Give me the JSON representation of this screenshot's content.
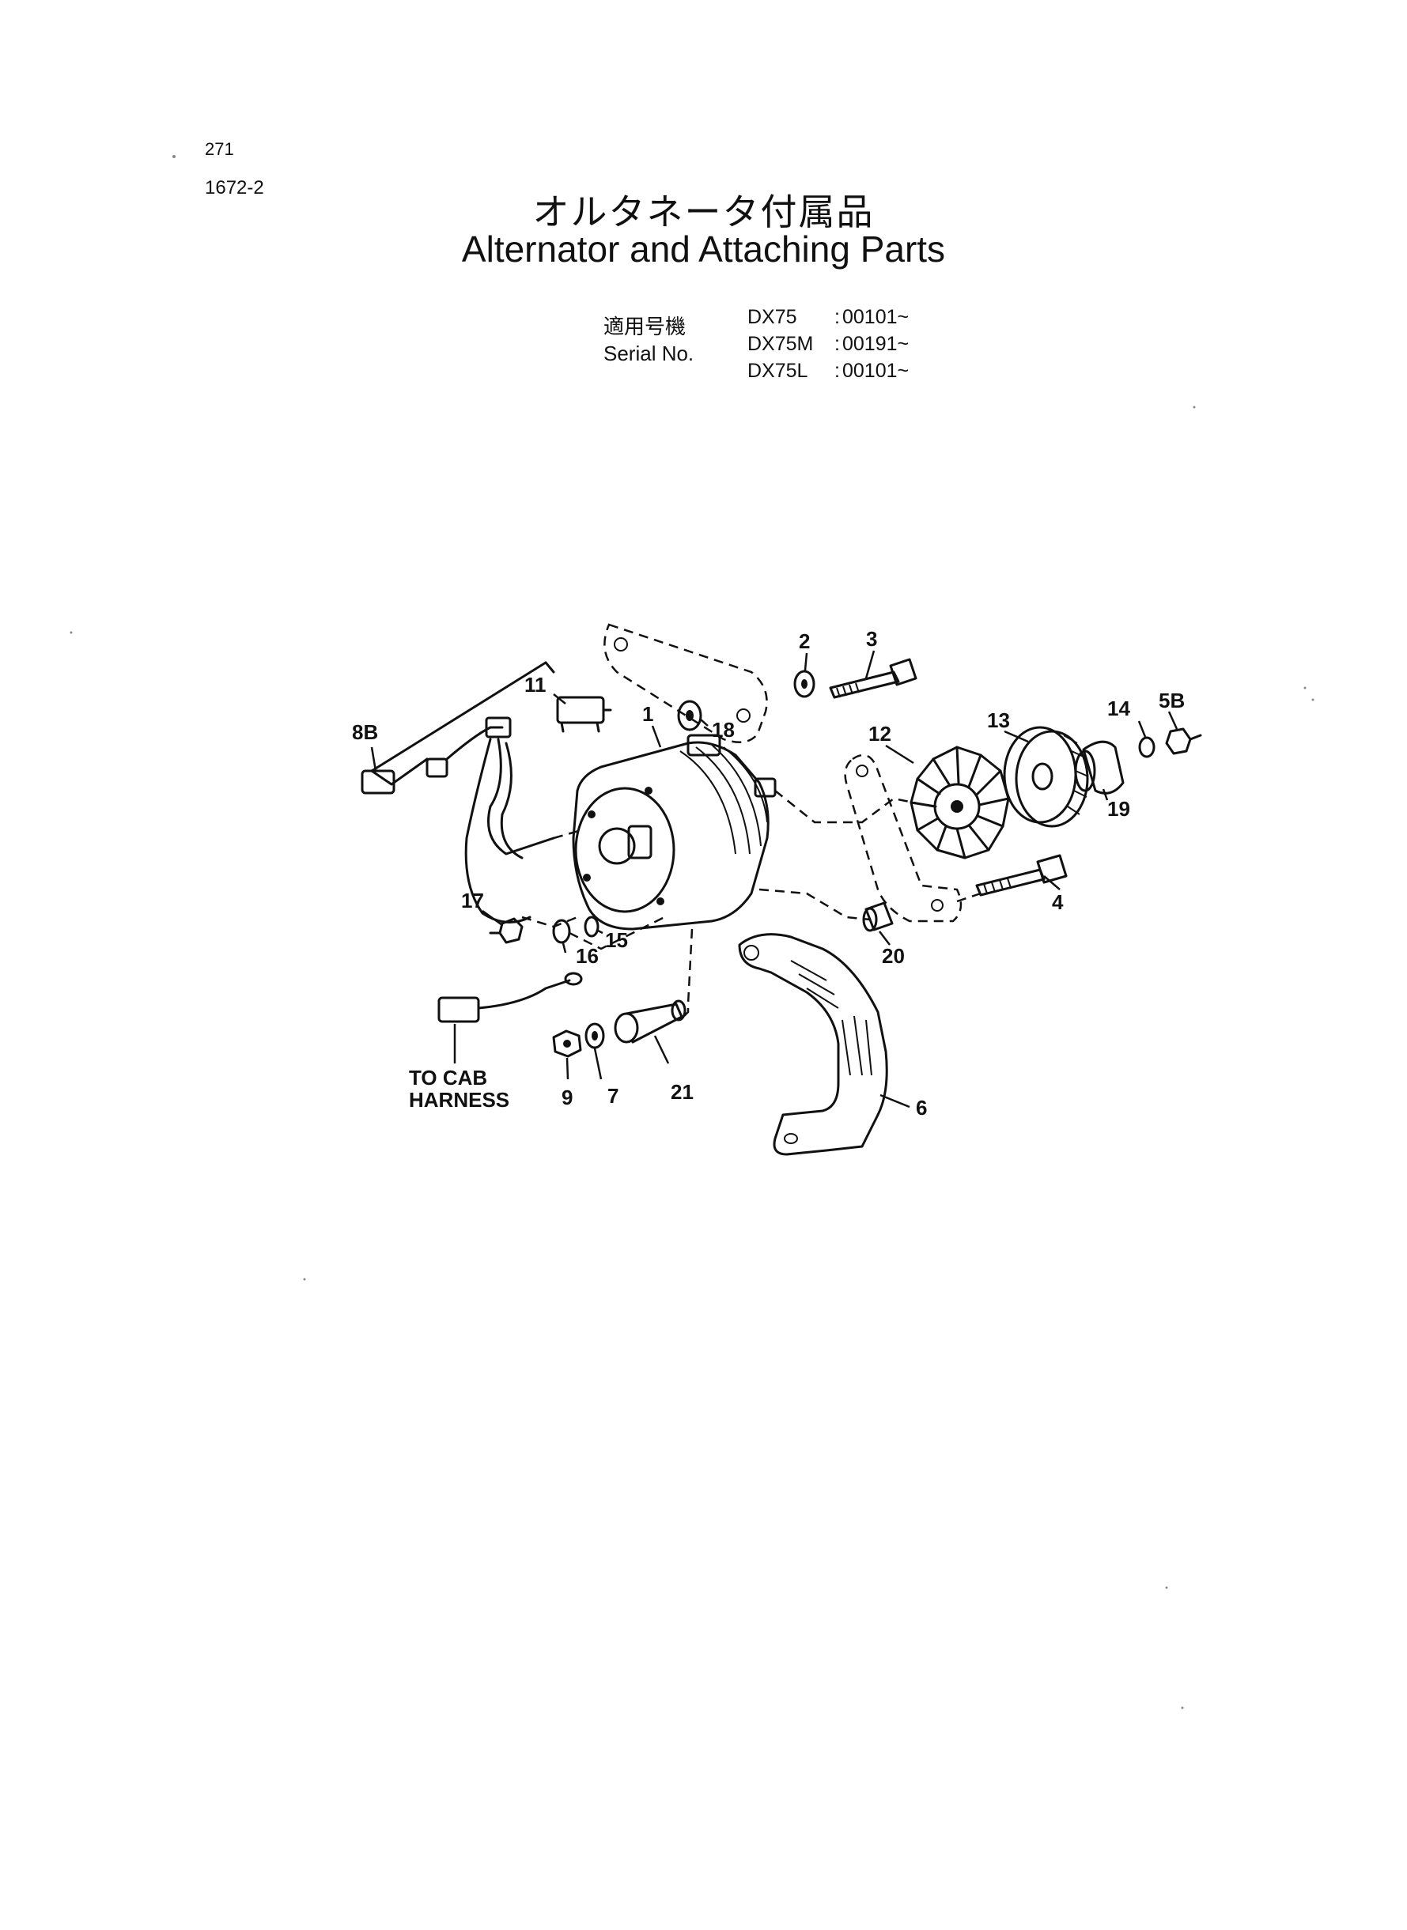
{
  "header": {
    "page_number": "271",
    "figure_code": "1672-2",
    "title_jp": "オルタネータ付属品",
    "title_en": "Alternator and Attaching Parts"
  },
  "serial": {
    "label_jp": "適用号機",
    "label_en": "Serial No.",
    "rows": [
      {
        "model": "DX75",
        "range": "00101~"
      },
      {
        "model": "DX75M",
        "range": "00191~"
      },
      {
        "model": "DX75L",
        "range": "00101~"
      }
    ]
  },
  "diagram": {
    "note_line1": "TO CAB",
    "note_line2": "HARNESS",
    "callouts": {
      "c1": "1",
      "c2": "2",
      "c3": "3",
      "c4": "4",
      "c5b": "5B",
      "c6": "6",
      "c7": "7",
      "c8b": "8B",
      "c9": "9",
      "c11": "11",
      "c12": "12",
      "c13": "13",
      "c14": "14",
      "c15": "15",
      "c16": "16",
      "c17": "17",
      "c18": "18",
      "c19": "19",
      "c20": "20",
      "c21": "21"
    }
  }
}
